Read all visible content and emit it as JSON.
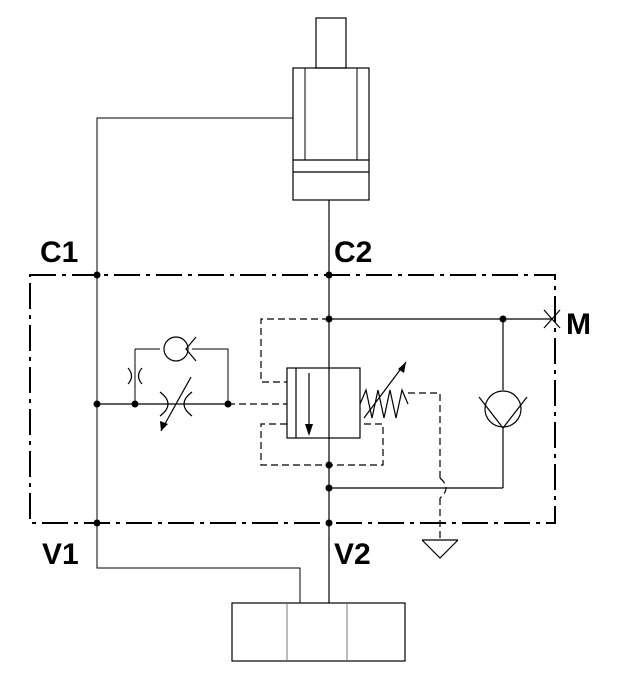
{
  "diagram": {
    "ports": {
      "c1": "C1",
      "c2": "C2",
      "v1": "V1",
      "v2": "V2",
      "m": "M"
    },
    "components": [
      "hydraulic-cylinder-icon",
      "check-valve-icon",
      "orifice-icon",
      "variable-throttle-icon",
      "pilot-spool-valve-icon",
      "adjustable-spring-icon",
      "tank-icon",
      "directional-valve-icon"
    ]
  }
}
